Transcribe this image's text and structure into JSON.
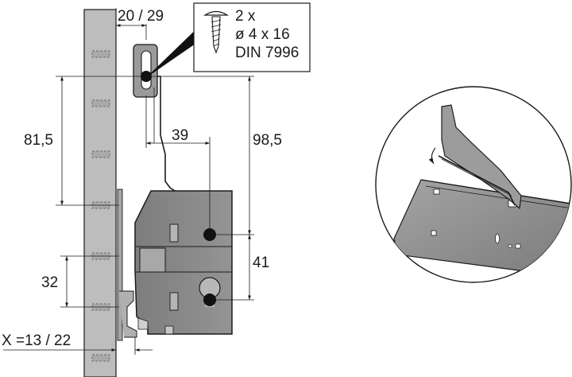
{
  "dimensions": {
    "top_offset": "20 / 29",
    "height_left": "81,5",
    "horizontal": "39",
    "height_right": "98,5",
    "lower_right": "41",
    "lower_left": "32",
    "x_offset": "X =13 / 22"
  },
  "screw_callout": {
    "quantity": "2 x",
    "size": "ø 4 x 16",
    "standard": "DIN 7996"
  },
  "colors": {
    "panel": "#bdbdbd",
    "housing": "#8a8a8a",
    "housing_light": "#9a9a9a",
    "ink": "#1a1a1a",
    "detail_circle_fill": "#ffffff"
  },
  "icons": {
    "rotation_arrow": "curved-arrow-icon",
    "screw": "screw-icon"
  }
}
